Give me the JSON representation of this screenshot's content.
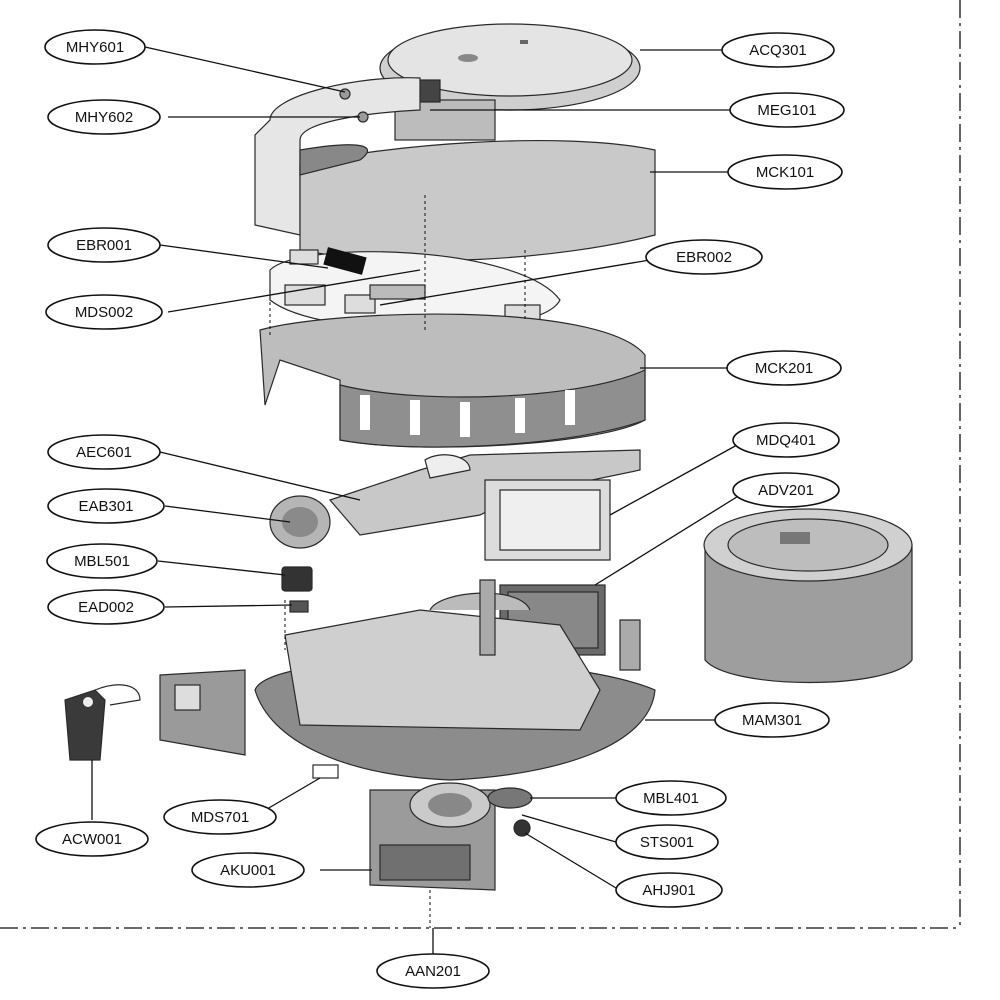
{
  "labels": {
    "acq301": "ACQ301",
    "meg101": "MEG101",
    "mck101": "MCK101",
    "mhy601": "MHY601",
    "mhy602": "MHY602",
    "ebr001": "EBR001",
    "ebr002": "EBR002",
    "mds002": "MDS002",
    "mck201": "MCK201",
    "aec601": "AEC601",
    "mdq401": "MDQ401",
    "adv201": "ADV201",
    "eab301": "EAB301",
    "mbl501": "MBL501",
    "ead002": "EAD002",
    "mam301": "MAM301",
    "mbl401": "MBL401",
    "sts001": "STS001",
    "ahj901": "AHJ901",
    "aku001": "AKU001",
    "mds701": "MDS701",
    "acw001": "ACW001",
    "aan201": "AAN201"
  },
  "colors": {
    "line": "#111111",
    "part_light": "#d9d9d9",
    "part_mid": "#a8a8a8",
    "part_dark": "#555555"
  }
}
